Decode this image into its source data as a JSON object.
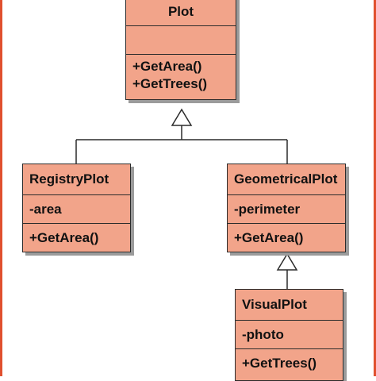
{
  "classes": {
    "plot": {
      "name": "Plot",
      "attributes": [],
      "operations": [
        "+GetArea()",
        "+GetTrees()"
      ]
    },
    "registry_plot": {
      "name": "RegistryPlot",
      "attributes": [
        "-area"
      ],
      "operations": [
        "+GetArea()"
      ]
    },
    "geometrical_plot": {
      "name": "GeometricalPlot",
      "attributes": [
        "-perimeter"
      ],
      "operations": [
        "+GetArea()"
      ]
    },
    "visual_plot": {
      "name": "VisualPlot",
      "attributes": [
        "-photo"
      ],
      "operations": [
        "+GetTrees()"
      ]
    }
  },
  "relations": [
    {
      "type": "generalization",
      "child": "registry_plot",
      "parent": "plot"
    },
    {
      "type": "generalization",
      "child": "geometrical_plot",
      "parent": "plot"
    },
    {
      "type": "generalization",
      "child": "visual_plot",
      "parent": "geometrical_plot"
    }
  ],
  "colors": {
    "class_fill": "#f2a48a",
    "frame": "#e0502f",
    "line": "#2b2b2b"
  }
}
